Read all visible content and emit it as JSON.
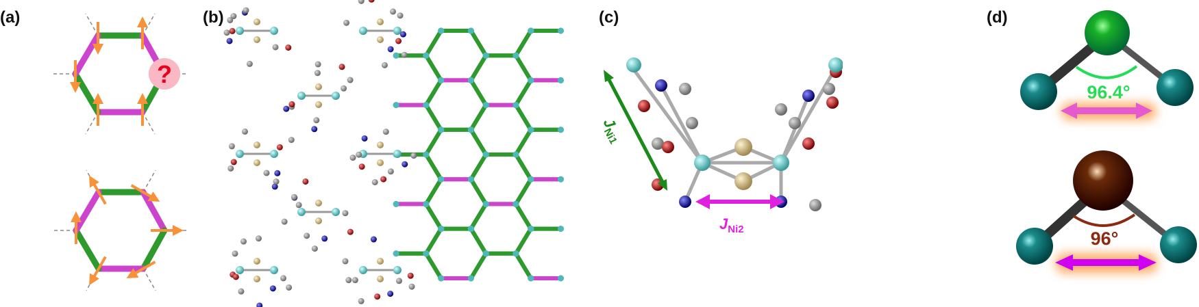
{
  "panels": {
    "a": {
      "label": "(a)",
      "question_mark": "?"
    },
    "b": {
      "label": "(b)"
    },
    "c": {
      "label": "(c)",
      "j1": {
        "symbol": "J",
        "sub": "Ni1"
      },
      "j2": {
        "symbol": "J",
        "sub": "Ni2"
      }
    },
    "d": {
      "label": "(d)",
      "angle_top": "96.4°",
      "angle_bottom": "96°"
    }
  },
  "colors": {
    "green_bond": "#2e9a2e",
    "magenta_bond": "#cc44cc",
    "spin_arrow": "#f7923a",
    "ni_atom": "#4fb8b8",
    "s_atom": "#c8b07a",
    "angle_green": "#22dd55",
    "angle_brown": "#8a2a10",
    "j2_magenta": "#e020e0"
  }
}
